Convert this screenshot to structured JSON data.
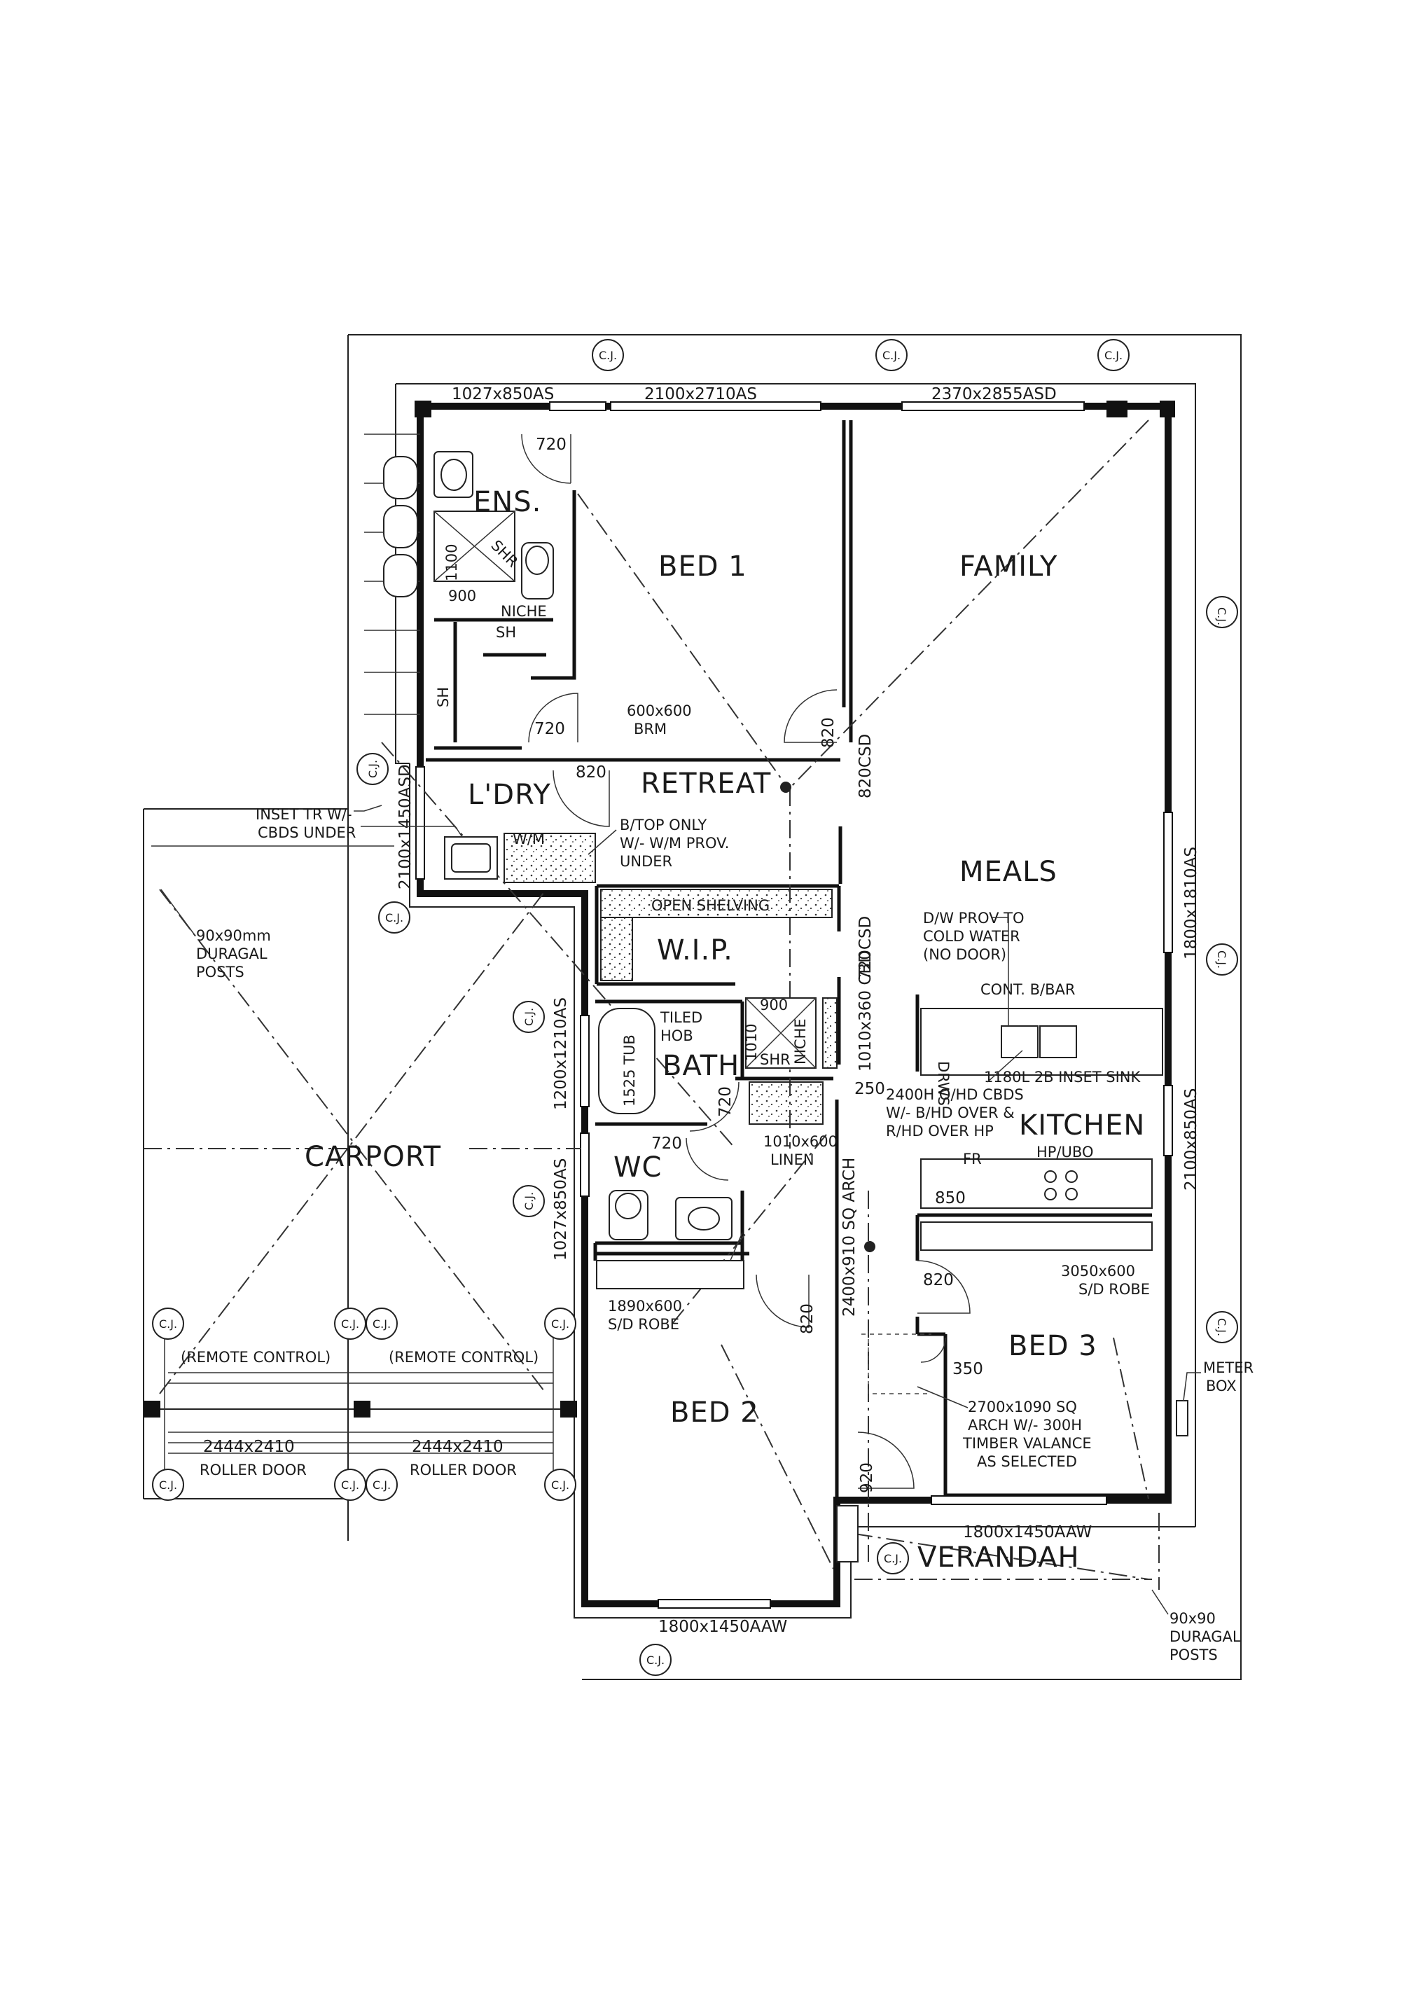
{
  "rooms": {
    "ens": "ENS.",
    "bed1": "BED 1",
    "family": "FAMILY",
    "retreat": "RETREAT",
    "ldry": "L'DRY",
    "meals": "MEALS",
    "wip": "W.I.P.",
    "bath": "BATH",
    "wc": "WC",
    "kitchen": "KITCHEN",
    "carport": "CARPORT",
    "bed2": "BED 2",
    "bed3": "BED 3",
    "verandah": "VERANDAH"
  },
  "openings": {
    "w_ens": "1027x850AS",
    "w_bed1": "2100x2710AS",
    "d_family": "2370x2855ASD",
    "w_family_side": "1800x1810AS",
    "w_kitchen_side": "2100x850AS",
    "d_ldry": "2100x1450ASD",
    "w_bath": "1200x1210AS",
    "w_wc": "1027x850AS",
    "w_bed2": "1800x1450AAW",
    "w_bed3": "1800x1450AAW",
    "d_retreat": "820CSD",
    "d_wip": "720CSD",
    "d_cbd": "1010x360\nCBD",
    "arch_hall": "2400x910 SQ ARCH",
    "roller_left": "2444x2410",
    "roller_right": "2444x2410",
    "roller_label": "ROLLER DOOR"
  },
  "door_sizes": {
    "ens": "720",
    "bed1_robe": "720",
    "retreat": "820",
    "bed1": "820",
    "bath": "720",
    "wc": "720",
    "bed2": "820",
    "bed3": "820",
    "kitchen": "850",
    "entry": "920",
    "hall": "250",
    "arch2": "350",
    "shower_w": "1100",
    "shower_d": "900",
    "shower2": "900",
    "linen_w": "1010"
  },
  "notes": {
    "niche": "NICHE",
    "sh1": "SH",
    "sh2": "SH",
    "shr1": "SHR",
    "shr2": "SHR",
    "niche2": "NICHE",
    "brm": "600x600\nBRM",
    "inset_tr": "INSET TR W/-\nCBDS UNDER",
    "btop": "B/TOP ONLY\nW/- W/M PROV.\nUNDER",
    "wm": "W/M",
    "open_shelving": "OPEN SHELVING",
    "posts_carport": "90x90mm\nDURAGAL\nPOSTS",
    "dw_prov": "D/W PROV TO\nCOLD WATER\n(NO DOOR)",
    "cont_bbar": "CONT. B/BAR",
    "drws": "DRWS",
    "sink": "1180L 2B INSET SINK",
    "cbds": "2400H O/HD CBDS\nW/- B/HD OVER &\nR/HD OVER HP",
    "hp_ubo": "HP/UBO",
    "fr": "FR",
    "tiled_hob": "TILED\nHOB",
    "tub": "1525 TUB",
    "linen": "1010x600\nLINEN",
    "robe2": "1890x600\nS/D ROBE",
    "robe3": "3050x600\nS/D ROBE",
    "arch_valance": "2700x1090 SQ\nARCH W/- 300H\nTIMBER VALANCE\nAS SELECTED",
    "remote1": "(REMOTE CONTROL)",
    "remote2": "(REMOTE CONTROL)",
    "meter_box": "METER\nBOX",
    "posts_verandah": "90x90\nDURAGAL\nPOSTS",
    "cj": "C.J."
  }
}
